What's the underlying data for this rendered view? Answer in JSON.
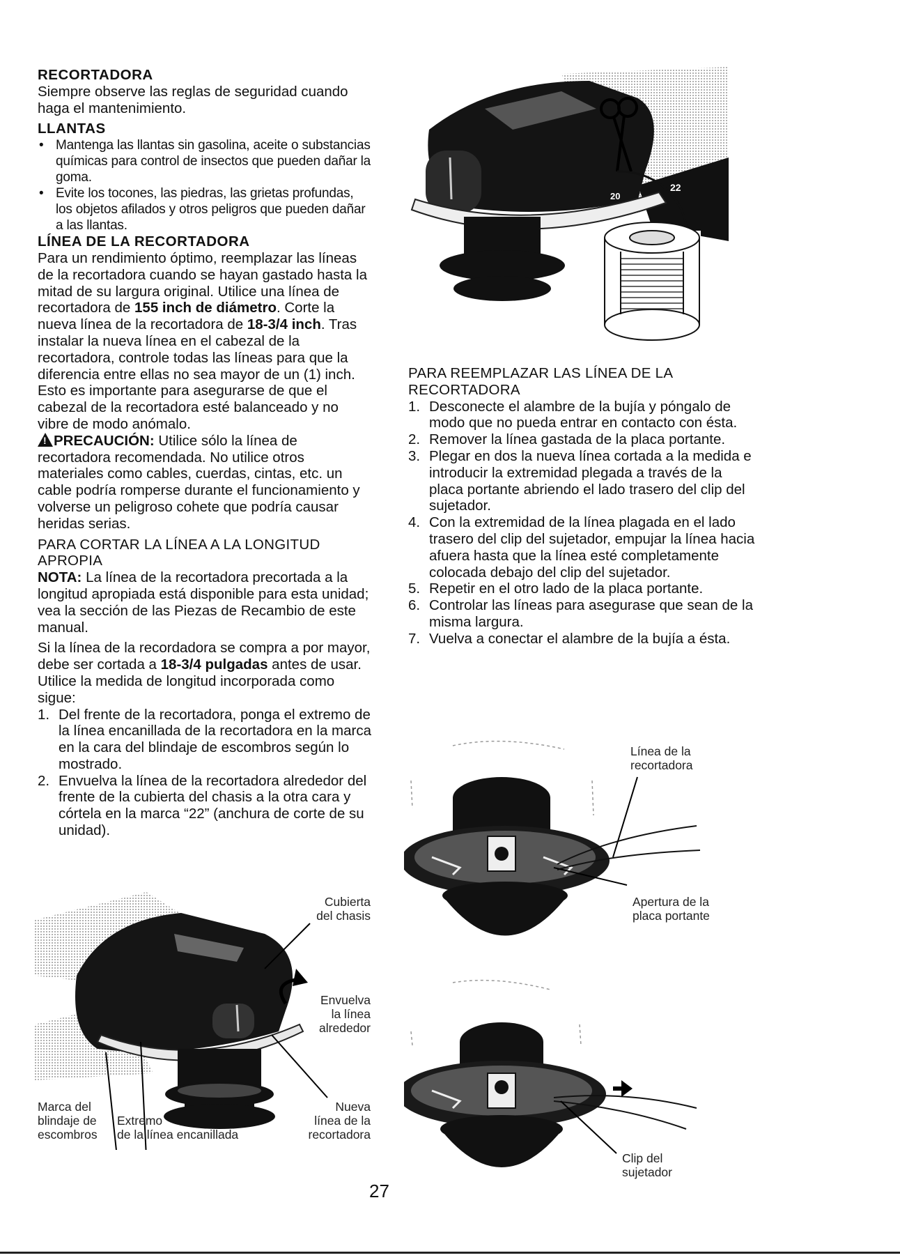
{
  "left": {
    "h_recortadora": "RECORTADORA",
    "p_safety": "Siempre observe las reglas de seguridad cuando haga el mantenimiento.",
    "h_llantas": "LLANTAS",
    "llantas_bullets": [
      "Mantenga las llantas sin gasolina, aceite o substancias químicas para control de insectos que pueden dañar la goma.",
      "Evite los tocones, las piedras, las grietas profundas, los objetos afilados y otros peligros que pueden dañar a las llantas."
    ],
    "h_linea": "LÍNEA DE LA RECORTADORA",
    "p_linea_1": "Para un rendimiento óptimo, reemplazar las líneas de la recortadora cuando se hayan gastado hasta la mitad de su largura original. Utilice una línea de recortadora de ",
    "p_linea_b1": "155 inch de diámetro",
    "p_linea_2": ". Corte la nueva línea de la recortadora de ",
    "p_linea_b2": "18-3/4 inch",
    "p_linea_3": ". Tras instalar la nueva línea en el cabezal de la recortadora, controle todas las líneas para que la diferencia entre ellas no sea mayor de un (1) inch. Esto es importante para asegurarse de que el cabezal de la recortadora esté balanceado y no vibre de modo anómalo.",
    "precaucion_label": "PRECAUCIÓN:",
    "precaucion_text": " Utilice sólo la línea de recortadora recomendada. No utilice otros materiales como cables, cuerdas, cintas, etc. un cable podría romperse durante el funcionamiento y volverse un peligroso cohete que podría causar heridas serias.",
    "h_cortar": "PARA CORTAR LA LÍNEA A LA LONGITUD APROPIA",
    "nota_label": "NOTA:",
    "nota_text": " La línea de la recortadora precortada a la longitud apropiada está disponible para esta unidad; vea la sección de las Piezas de Recambio de este manual.",
    "p_mayor_1": "Si la línea de la recordadora se compra a por mayor, debe ser cortada a ",
    "p_mayor_b": "18-3/4 pulgadas",
    "p_mayor_2": " antes de usar. Utilice la medida de longitud incorporada como sigue:",
    "steps": [
      {
        "num": "1.",
        "text": "Del frente de la recortadora, ponga el extremo de la línea encanillada de la recortadora en la marca en la cara del blindaje de escombros según lo mostrado."
      },
      {
        "num": "2.",
        "text": "Envuelva la línea de la recortadora alrededor del frente de la cubierta del chasis a la otra cara y córtela en la marca “22” (anchura de corte de su unidad)."
      }
    ]
  },
  "fig_left": {
    "cubierta_1": "Cubierta",
    "cubierta_2": "del chasis",
    "envuelva_1": "Envuelva",
    "envuelva_2": "la línea",
    "envuelva_3": "alrededor",
    "marca_1": "Marca del",
    "marca_2": "blindaje de",
    "marca_3": "escombros",
    "extremo_1": "Extremo",
    "extremo_2": "de la línea encanillada",
    "nueva_1": "Nueva",
    "nueva_2": "línea de la",
    "nueva_3": "recortadora"
  },
  "fig_top_right": {
    "mark_22": "22",
    "mark_20": "20"
  },
  "right": {
    "h_reemplazar": "PARA REEMPLAZAR LAS LÍNEA DE LA RECORTADORA",
    "steps": [
      {
        "num": "1.",
        "text": "Desconecte el alambre de la bujía y póngalo de modo que no pueda entrar en contacto con ésta."
      },
      {
        "num": "2.",
        "text": "Remover la línea gastada de la placa portante."
      },
      {
        "num": "3.",
        "text": "Plegar en dos la nueva línea cortada a la medida e introducir la extremidad plegada a través de la placa portante abriendo el lado trasero del clip del sujetador."
      },
      {
        "num": "4.",
        "text": "Con la extremidad de la línea plagada en el lado trasero del clip del sujetador, empujar la línea hacia afuera hasta que la línea esté completamente colocada debajo del clip del sujetador."
      },
      {
        "num": "5.",
        "text": "Repetir en el otro lado de la placa portante."
      },
      {
        "num": "6.",
        "text": "Controlar las líneas para asegurase que sean de la misma largura."
      },
      {
        "num": "7.",
        "text": "Vuelva a conectar el alambre de la bujía a ésta."
      }
    ]
  },
  "fig_right": {
    "linea_1": "Línea de la",
    "linea_2": "recortadora",
    "apertura_1": "Apertura de la",
    "apertura_2": "placa portante",
    "clip_1": "Clip del",
    "clip_2": "sujetador"
  },
  "page_number": "27"
}
